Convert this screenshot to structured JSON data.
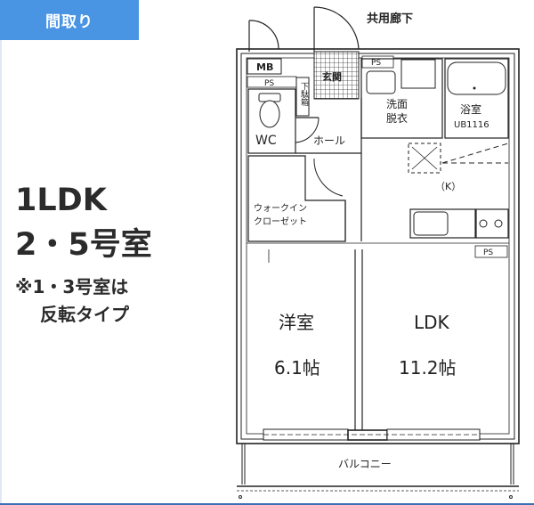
{
  "header": {
    "label": "間取り",
    "color": "#4a95e3"
  },
  "summary": {
    "type": "1LDK",
    "rooms": "2・5号室",
    "note_line1": "※1・3号室は",
    "note_line2": "反転タイプ"
  },
  "plan": {
    "corridor": "共用廊下",
    "mb": "MB",
    "ps_top_left": "PS",
    "ps_top_mid": "PS",
    "ps_kitchen": "PS",
    "wc": "WC",
    "shoe_box": "下駄箱",
    "entrance": "玄関",
    "hall": "ホール",
    "washroom_line1": "洗面",
    "washroom_line2": "脱衣",
    "bath_line1": "浴室",
    "bath_line2": "UB1116",
    "kitchen": "（K）",
    "closet_line1": "ウォークイン",
    "closet_line2": "クローゼット",
    "western_room": "洋室",
    "western_size": "6.1帖",
    "ldk": "LDK",
    "ldk_size": "11.2帖",
    "balcony": "バルコニー"
  }
}
